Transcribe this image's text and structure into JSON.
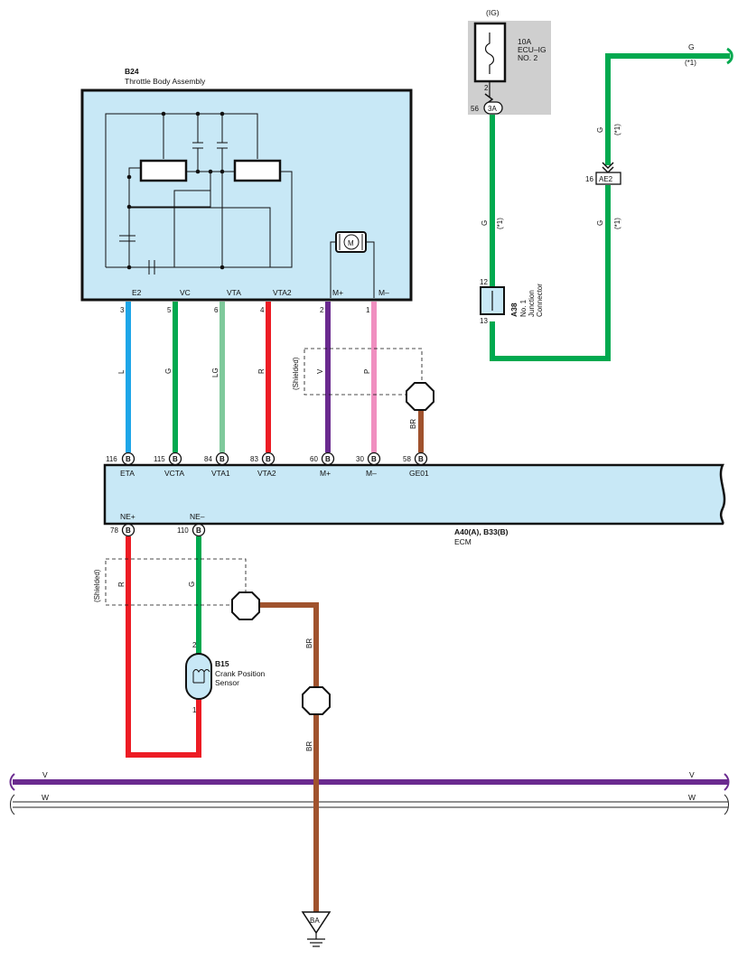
{
  "colors": {
    "green": "#00a94f",
    "light_green": "#7fc99b",
    "red": "#ed1c24",
    "blue": "#1ea6e8",
    "violet": "#6a2a8f",
    "pink": "#f08fc0",
    "brown": "#a0522d",
    "component_fill": "#c8e8f6",
    "fuse_box_fill": "#cfcfcf"
  },
  "fuse": {
    "supply": "(IG)",
    "line1": "10A",
    "line2": "ECU–IG",
    "line3": "NO. 2",
    "pin": "2",
    "junction_pin": "56",
    "junction_id": "3A"
  },
  "top_right_wire": {
    "color": "G",
    "note": "(*1)"
  },
  "ae2": {
    "pin": "16",
    "id": "AE2",
    "wire_color": "G",
    "note": "(*1)"
  },
  "a38": {
    "id": "A38",
    "name_line1": "No. 1",
    "name_line2": "Junction",
    "name_line3": "Connector",
    "pin_top": "12",
    "pin_bottom": "13"
  },
  "left_vertical_wire": {
    "color": "G",
    "note": "(*1)"
  },
  "throttle_body": {
    "id": "B24",
    "name": "Throttle Body Assembly",
    "motor_label": "M",
    "terminals": [
      "E2",
      "VC",
      "VTA",
      "VTA2",
      "M+",
      "M–"
    ],
    "pins": [
      "3",
      "5",
      "6",
      "4",
      "2",
      "1"
    ]
  },
  "wires": [
    "L",
    "G",
    "LG",
    "R",
    "V",
    "P",
    "BR"
  ],
  "shielded_label": "(Shielded)",
  "ecm": {
    "id": "A40(A), B33(B)",
    "name": "ECM",
    "connector_letter": "B",
    "top_pins": [
      "116",
      "115",
      "84",
      "83",
      "60",
      "30",
      "58"
    ],
    "top_terminals": [
      "ETA",
      "VCTA",
      "VTA1",
      "VTA2",
      "M+",
      "M–",
      "GE01"
    ],
    "bottom_pins": [
      "78",
      "110"
    ],
    "bottom_terminals": [
      "NE+",
      "NE–"
    ]
  },
  "crank_sensor": {
    "id": "B15",
    "name_line1": "Crank Position",
    "name_line2": "Sensor",
    "pin_top": "2",
    "pin_bottom": "1"
  },
  "crank_wires": {
    "left": "R",
    "right": "G",
    "ground1": "BR",
    "ground2": "BR"
  },
  "bus_lines": {
    "top": "V",
    "bottom": "W"
  },
  "ground": {
    "id": "BA"
  }
}
